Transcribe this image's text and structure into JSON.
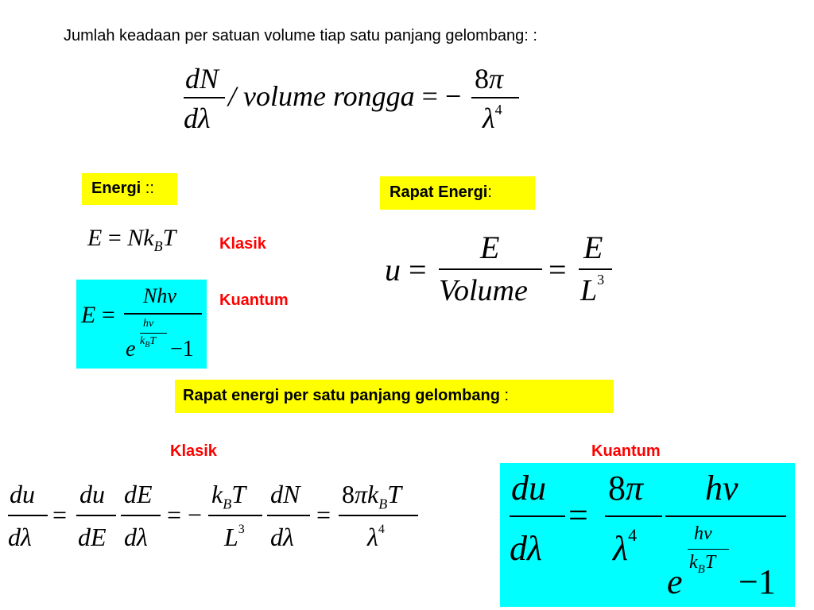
{
  "slide": {
    "intro": "Jumlah keadaan per satuan volume tiap satu panjang gelombang: :",
    "energi_label_bold": "Energi",
    "energi_label_rest": " ::",
    "rapat_energi_bold": "Rapat Energi",
    "rapat_energi_rest": ":",
    "klasik_1": "Klasik",
    "kuantum_1": "Kuantum",
    "rapat_per_panjang_bold": "Rapat energi per satu panjang gelombang",
    "rapat_per_panjang_rest": " :",
    "klasik_2": "Klasik",
    "kuantum_2": "Kuantum"
  },
  "colors": {
    "label_red": "#ff0000",
    "box_yellow": "#ffff00",
    "box_cyan": "#00ffff"
  }
}
